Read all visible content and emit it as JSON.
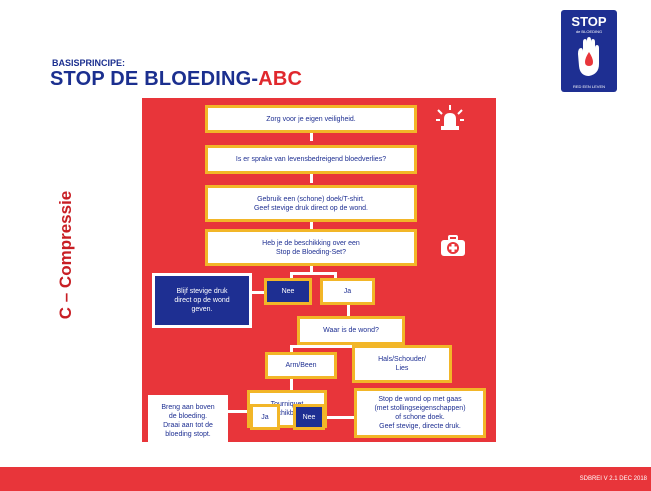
{
  "header": {
    "subtitle": "BASISPRINCIPE:",
    "title_main": "STOP DE BLOEDING-",
    "title_accent": "ABC",
    "side_label": "C – Compressie"
  },
  "logo": {
    "top_text": "STOP",
    "sub_text": "de BLOEDING",
    "bottom_text": "RED EEN LEVEN",
    "icon": "hand-drop-icon"
  },
  "flowchart": {
    "step1": "Zorg voor je eigen veiligheid.",
    "step2": "Is er sprake van levensbedreigend bloedverlies?",
    "step3": "Gebruik een (schone) doek/T-shirt.\nGeef stevige druk direct op de wond.",
    "step4": "Heb je de beschikking over een\nStop de Bloeding-Set?",
    "left_info": "Blijf stevige druk\ndirect op de wond\ngeven.",
    "nee1": "Nee",
    "ja1": "Ja",
    "step5": "Waar is de wond?",
    "arm": "Arm/Been",
    "hals": "Hals/Schouder/\nLies",
    "tourniquet": "Tourniquet\nbeschikbaar?",
    "breng": "Breng aan boven\nde bloeding.\nDraai aan tot de\nbloeding stopt.",
    "ja2": "Ja",
    "nee2": "Nee",
    "stop_wond": "Stop de wond op met gaas\n(met stollingseigenschappen)\nof schone doek.\nGeef stevige, directe druk.",
    "icons": [
      "warning-light-icon",
      "first-aid-kit-icon"
    ]
  },
  "footer": {
    "text": "SDBREI V 2.1 DEC 2018"
  },
  "colors": {
    "red": "#e8353a",
    "navy": "#1e2f92",
    "yellow": "#f2b628",
    "title_blue": "#1b2f8f"
  }
}
